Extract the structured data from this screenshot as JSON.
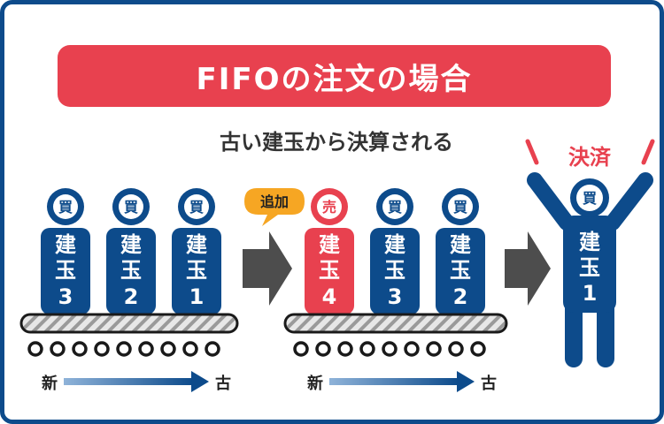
{
  "title": "FIFOの注文の場合",
  "subtitle": "古い建玉から決算される",
  "sections": {
    "before": {
      "items": [
        {
          "badge": "買",
          "label_line1": "建",
          "label_line2": "玉",
          "number": "3",
          "color": "#0d4b8b"
        },
        {
          "badge": "買",
          "label_line1": "建",
          "label_line2": "玉",
          "number": "2",
          "color": "#0d4b8b"
        },
        {
          "badge": "買",
          "label_line1": "建",
          "label_line2": "玉",
          "number": "1",
          "color": "#0d4b8b"
        }
      ],
      "new_label": "新",
      "old_label": "古"
    },
    "after": {
      "add_bubble": "追加",
      "items": [
        {
          "badge": "売",
          "label_line1": "建",
          "label_line2": "玉",
          "number": "4",
          "color": "#e8414f"
        },
        {
          "badge": "買",
          "label_line1": "建",
          "label_line2": "玉",
          "number": "3",
          "color": "#0d4b8b"
        },
        {
          "badge": "買",
          "label_line1": "建",
          "label_line2": "玉",
          "number": "2",
          "color": "#0d4b8b"
        }
      ],
      "new_label": "新",
      "old_label": "古"
    },
    "settled": {
      "label": "決済",
      "badge": "買",
      "label_line1": "建",
      "label_line2": "玉",
      "number": "1"
    }
  },
  "colors": {
    "navy": "#0d4b8b",
    "red": "#e8414f",
    "gray_arrow": "#4d4d4d",
    "bubble": "#f6a623"
  }
}
